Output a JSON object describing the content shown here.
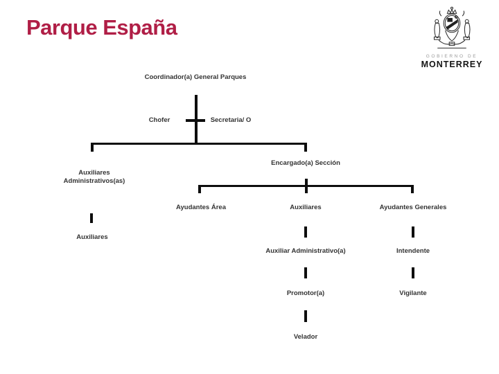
{
  "slide": {
    "title": "Parque España"
  },
  "colors": {
    "title_accent": "#b01e46",
    "chart_text": "#333333",
    "connector_line": "#0d0d0d"
  },
  "logo": {
    "crest_icon": "monterrey-coat-of-arms-icon",
    "government_label": "GOBIERNO DE",
    "city_label": "MONTERREY"
  },
  "org": {
    "coordinator": "Coordinador(a) General Parques",
    "chofer": "Chofer",
    "secretaria": "Secretaria/ O",
    "encargado_seccion": "Encargado(a) Sección",
    "auxiliares_administrativos": "Auxiliares Administrativos(as)",
    "ayudantes_area": "Ayudantes Área",
    "auxiliares": "Auxiliares",
    "ayudantes_generales": "Ayudantes Generales",
    "auxiliares_2": "Auxiliares",
    "auxiliar_administrativo": "Auxiliar Administrativo(a)",
    "intendente": "Intendente",
    "promotor": "Promotor(a)",
    "vigilante": "Vigilante",
    "velador": "Velador"
  }
}
